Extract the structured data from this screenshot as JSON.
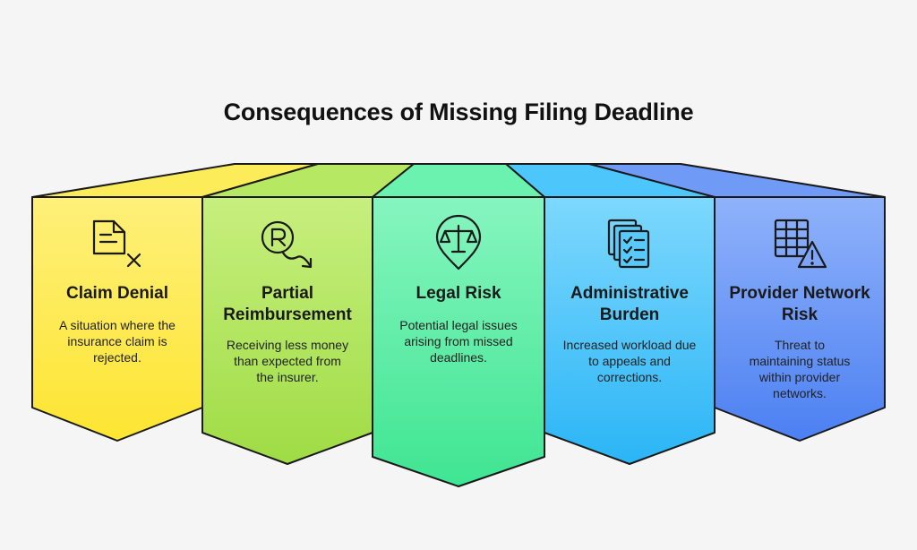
{
  "title": "Consequences of Missing Filing Deadline",
  "colors": {
    "yellow": "#fde84a",
    "green": "#aee65a",
    "mint": "#5ef0a4",
    "cyan": "#40c4fa",
    "blue": "#5a8ef5",
    "outline": "#1a1a1a"
  },
  "panels": [
    {
      "heading": "Claim Denial",
      "description": "A situation where the insurance claim is rejected.",
      "icon": "document-x-icon"
    },
    {
      "heading": "Partial Reimbursement",
      "description": "Receiving less money than expected from the insurer.",
      "icon": "currency-down-arrow-icon"
    },
    {
      "heading": "Legal Risk",
      "description": "Potential legal issues arising from missed deadlines.",
      "icon": "balance-scale-pin-icon"
    },
    {
      "heading": "Administrative Burden",
      "description": "Increased workload due to appeals and corrections.",
      "icon": "stacked-checklist-icon"
    },
    {
      "heading": "Provider Network Risk",
      "description": "Threat to maintaining status within provider networks.",
      "icon": "table-warning-icon"
    }
  ]
}
